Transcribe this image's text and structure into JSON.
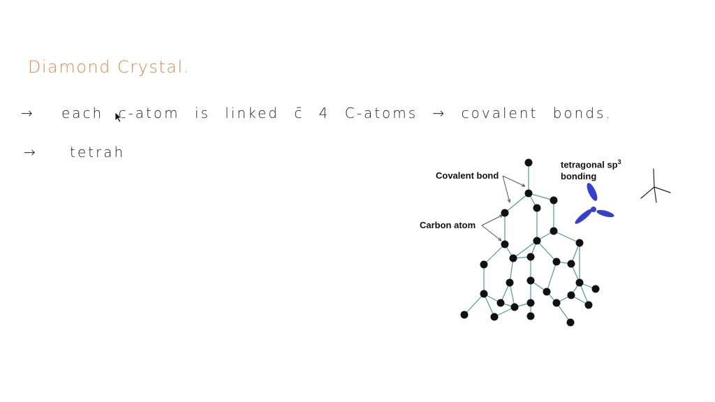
{
  "notes": {
    "title": "Diamond Crystal.",
    "line1_arrow": "→",
    "line1_text": "each c-atom is linked c̄ 4 C-atoms → covalent bonds.",
    "line2_arrow": "→",
    "line2_text": "tetrah"
  },
  "diagram": {
    "covalent_bond_label": "Covalent bond",
    "carbon_atom_label": "Carbon atom",
    "tetragonal_label": "tetragonal sp",
    "tetragonal_sup": "3",
    "bonding_label": "bonding"
  },
  "colors": {
    "title_ink": "#e0884a",
    "notes_ink": "#222222",
    "bond_line": "#4a9a9a",
    "atom": "#111111",
    "orbital": "#3340d0"
  }
}
